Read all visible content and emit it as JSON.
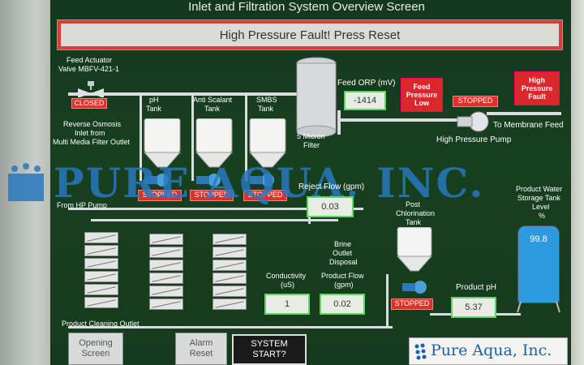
{
  "screen": {
    "title": "Inlet and Filtration System Overview Screen",
    "fault_banner": "High Pressure Fault!  Press Reset"
  },
  "feed_actuator": {
    "label_line1": "Feed Actuator",
    "label_line2": "Valve MBFV-421-1",
    "status": "CLOSED"
  },
  "inlet": {
    "line1": "Reverse Osmosis",
    "line2": "Inlet from",
    "line3": "Multi Media Filter Outlet"
  },
  "tanks": [
    {
      "line1": "pH",
      "line2": "Tank",
      "status": "STOPPED"
    },
    {
      "line1": "Anti Scalant",
      "line2": "Tank",
      "status": "STOPPED"
    },
    {
      "line1": "SMBS",
      "line2": "Tank",
      "status": "STOPPED"
    }
  ],
  "filter": {
    "line1": "5 Micron",
    "line2": "Filter"
  },
  "feed_orp": {
    "label": "Feed ORP (mV)",
    "value": "-1414"
  },
  "alarms": {
    "feed_pressure_low": [
      "Feed",
      "Pressure",
      "Low"
    ],
    "high_pressure_fault": [
      "High",
      "Pressure",
      "Fault"
    ]
  },
  "hp_pump": {
    "status": "STOPPED",
    "label": "High Pressure Pump",
    "outlet": "To Membrane Feed"
  },
  "reject_flow": {
    "label": "Reject Flow (gpm)",
    "value": "0.03"
  },
  "from_hp_pump": "From HP Pump",
  "brine": {
    "line1": "Brine",
    "line2": "Outlet",
    "line3": "Disposal"
  },
  "conductivity": {
    "line1": "Conductivity",
    "line2": "(uS)",
    "value": "1"
  },
  "product_flow": {
    "line1": "Product Flow",
    "line2": "(gpm)",
    "value": "0.02"
  },
  "post_chlorination": {
    "line1": "Post",
    "line2": "Chlorination",
    "line3": "Tank",
    "status": "STOPPED"
  },
  "product_ph": {
    "label": "Product pH",
    "value": "5.37"
  },
  "storage_tank": {
    "line1": "Product Water",
    "line2": "Storage Tank",
    "line3": "Level",
    "line4": "%",
    "value": "99.8",
    "level_percent": 99.8
  },
  "cleaning_outlet": "Product Cleaning Outlet",
  "buttons": {
    "opening_screen": [
      "Opening",
      "Screen"
    ],
    "alarm_reset": [
      "Alarm",
      "Reset"
    ],
    "system_start": [
      "SYSTEM",
      "START?"
    ]
  },
  "watermark": "PURE AQUA, INC.",
  "logo": "Pure Aqua, Inc.",
  "colors": {
    "background": "#163a1d",
    "alarm_red": "#d9272b",
    "value_border": "#5fd65f",
    "storage_blue": "#2e9be0",
    "watermark_blue": "#2878be"
  }
}
